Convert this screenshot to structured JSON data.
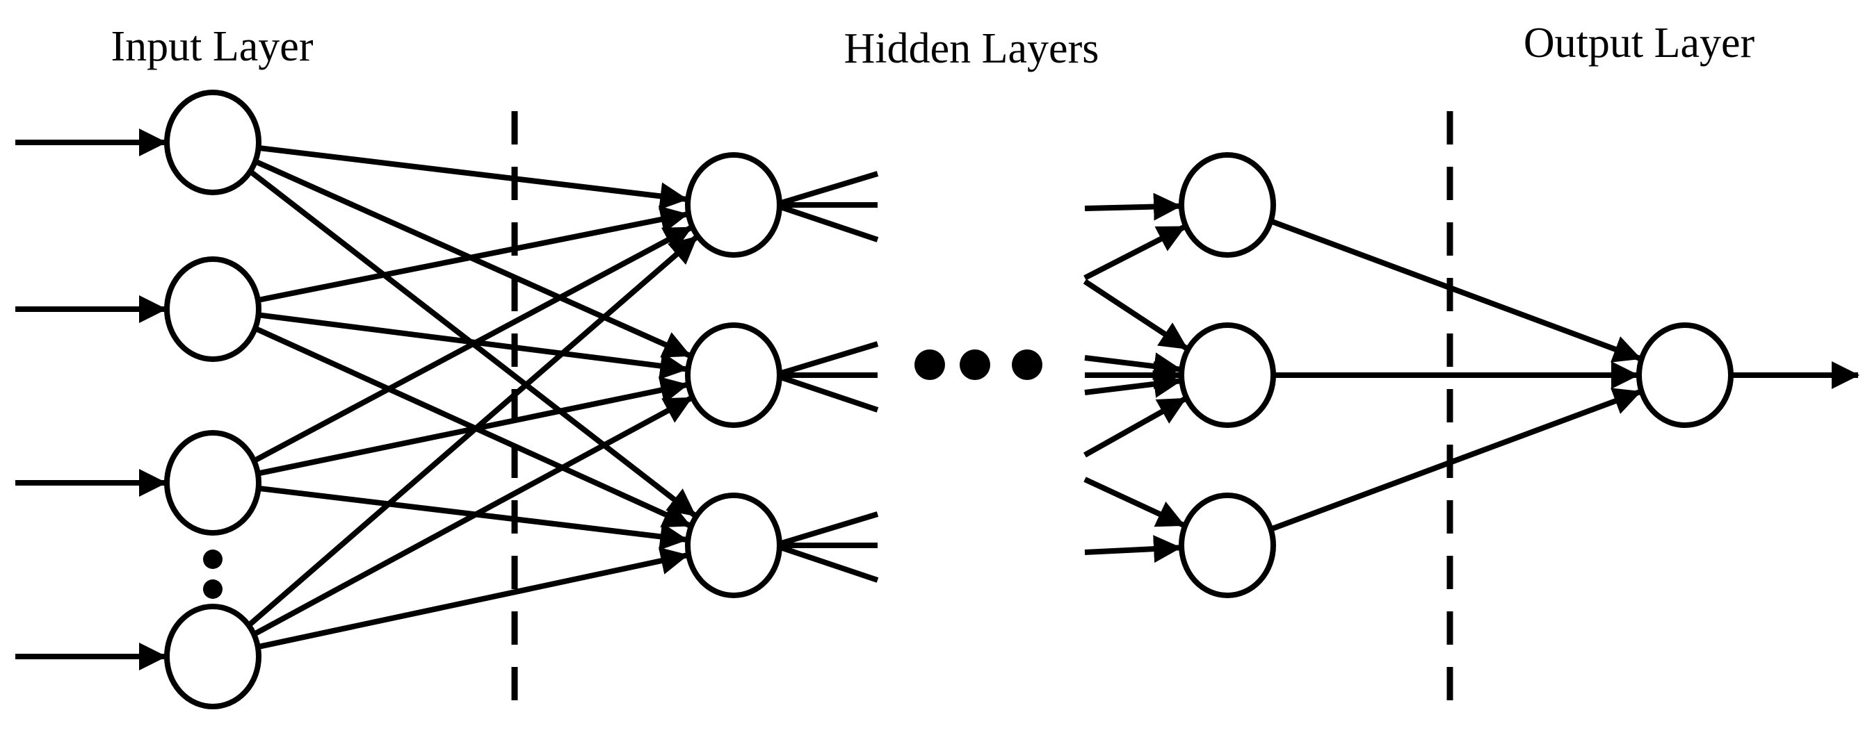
{
  "labels": {
    "input_layer": "Input Layer",
    "hidden_layers": "Hidden Layers",
    "output_layer": "Output Layer"
  },
  "colors": {
    "stroke": "#000000",
    "background": "#ffffff"
  }
}
